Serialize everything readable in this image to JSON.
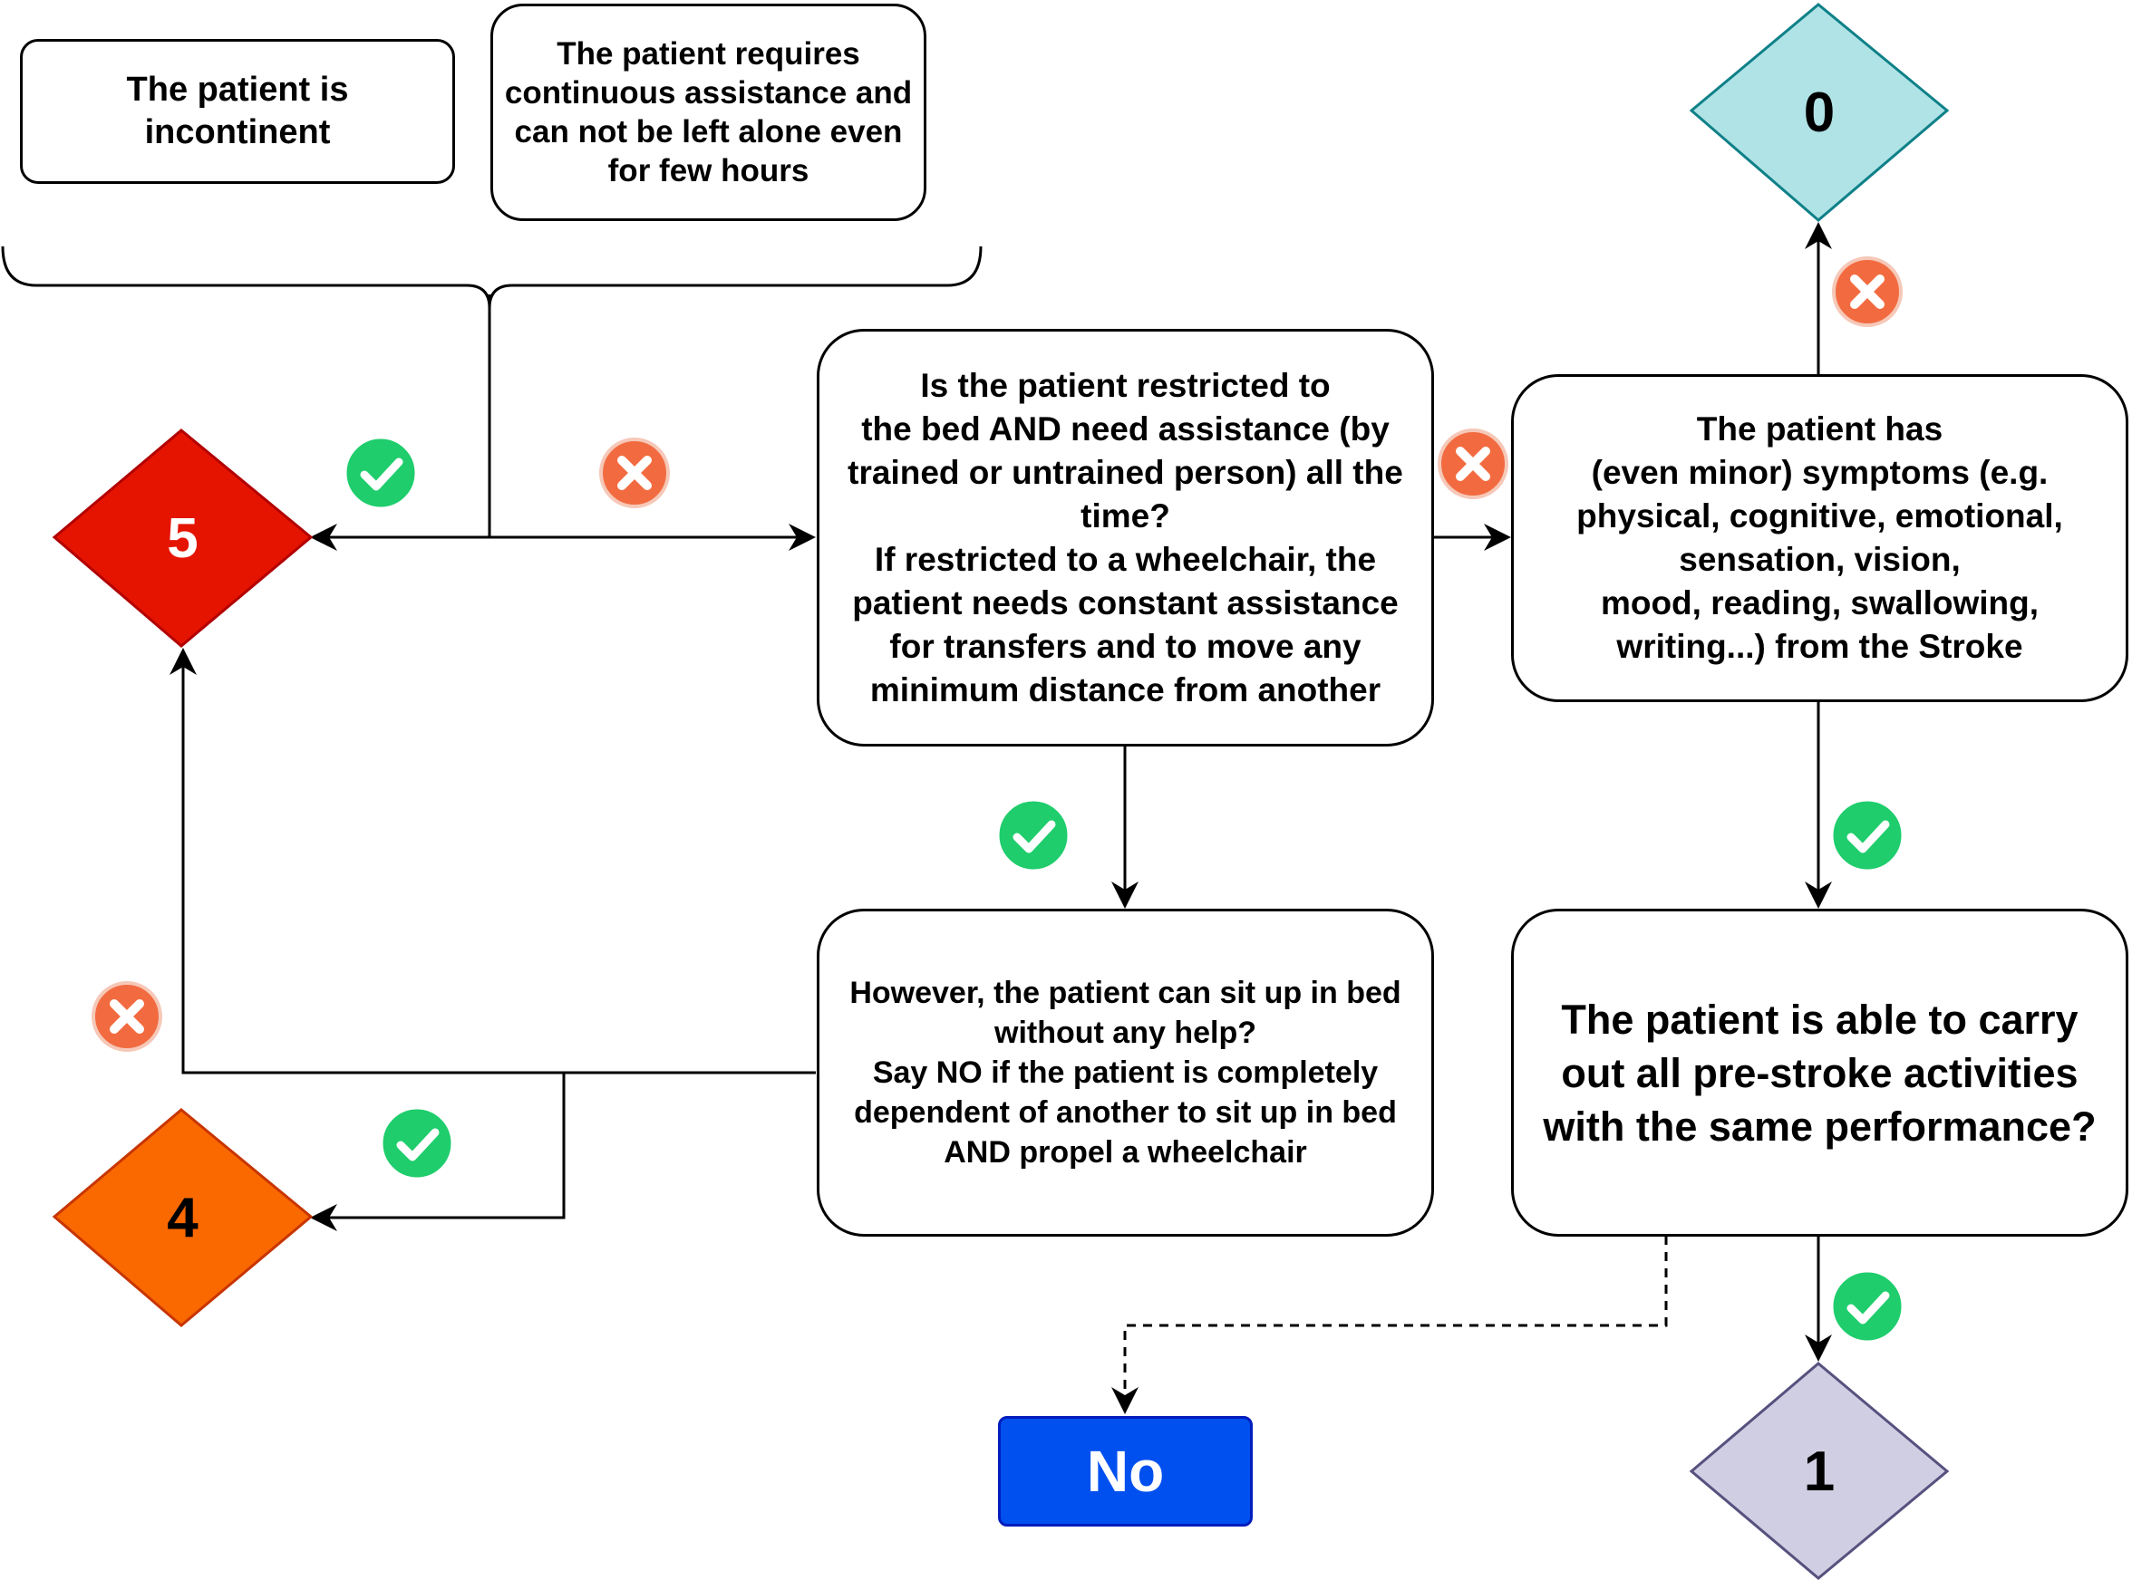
{
  "colors": {
    "diamond_5": "#e51400",
    "diamond_4": "#fa6800",
    "diamond_0": "#b0e3e6",
    "diamond_1": "#d0cee2",
    "no_terminal": "#0050ef",
    "check_green": "#1fcd6c",
    "cross_orange": "#f26b40"
  },
  "boxes": {
    "incontinent": "The patient is\nincontinent",
    "continuous_assistance": "The patient requires\ncontinuous assistance and\ncan not be left alone even\nfor few hours",
    "restricted_bed": "Is the patient restricted to\nthe bed AND need assistance (by\ntrained or untrained person) all the\ntime?\nIf restricted to a wheelchair, the\npatient needs constant assistance\nfor transfers and to move any\nminimum distance from another",
    "symptoms": "The patient has\n(even minor) symptoms (e.g.\nphysical, cognitive, emotional,\nsensation, vision,\nmood, reading, swallowing,\nwriting...) from the Stroke",
    "sit_up": "However, the patient can sit up in bed\nwithout any help?\nSay NO if the patient is completely\ndependent of another to sit up in bed\nAND propel a wheelchair",
    "pre_stroke": "The patient is able to carry\nout all pre-stroke activities\nwith the same performance?"
  },
  "scores": {
    "five": "5",
    "four": "4",
    "zero": "0",
    "one": "1"
  },
  "terminal_no": "No",
  "icons": {
    "check": "check-circle-icon",
    "cross": "cross-circle-icon"
  }
}
